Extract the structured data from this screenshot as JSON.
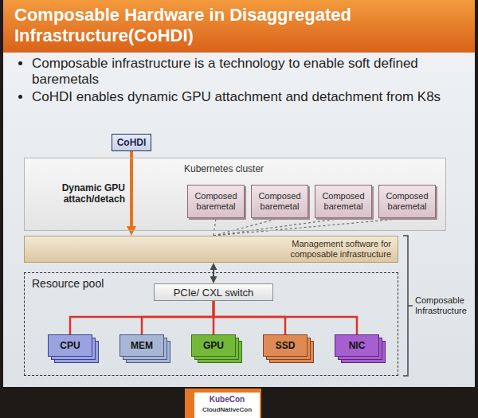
{
  "diagram": {
    "title": "Composable Hardware in Disaggregated Infrastructure(CoHDI)",
    "nodes": [
      {
        "text": [
          "CoHDI"
        ]
      },
      {
        "text": [
          "Kubernetes cluster"
        ]
      },
      {
        "text": [
          "Composed baremetal"
        ],
        "in": 1
      },
      {
        "text": [
          "Composed baremetal"
        ],
        "in": 1
      },
      {
        "text": [
          "Composed baremetal"
        ],
        "in": 1
      },
      {
        "text": [
          "Composed baremetal"
        ],
        "in": 1
      },
      {
        "text": [
          "Management software for composable infrastructure"
        ]
      },
      {
        "text": [
          "Resource pool"
        ]
      },
      {
        "text": [
          "PCIe/ CXL switch"
        ],
        "in": 7
      },
      {
        "text": [
          "CPU"
        ],
        "in": 7
      },
      {
        "text": [
          "MEM"
        ],
        "in": 7
      },
      {
        "text": [
          "GPU"
        ],
        "in": 7
      },
      {
        "text": [
          "SSD"
        ],
        "in": 7
      },
      {
        "text": [
          "NIC"
        ],
        "in": 7
      }
    ],
    "edges": [
      {
        "from": 0,
        "to": 6,
        "arrow": "to",
        "label": "Dynamic GPU attach/detach"
      },
      {
        "from": 6,
        "to": 2,
        "arrow": "none"
      },
      {
        "from": 6,
        "to": 3,
        "arrow": "none"
      },
      {
        "from": 6,
        "to": 4,
        "arrow": "none"
      },
      {
        "from": 6,
        "to": 5,
        "arrow": "none"
      },
      {
        "from": 6,
        "to": 8,
        "arrow": "both"
      },
      {
        "from": 8,
        "to": 9,
        "arrow": "none"
      },
      {
        "from": 8,
        "to": 10,
        "arrow": "none"
      },
      {
        "from": 8,
        "to": 11,
        "arrow": "none"
      },
      {
        "from": 8,
        "to": 12,
        "arrow": "none"
      },
      {
        "from": 8,
        "to": 13,
        "arrow": "none"
      }
    ],
    "labels": [
      "Composable infrastructure is a technology to enable soft defined baremetals",
      "CoHDI enables dynamic GPU attachment and detachment from K8s",
      "Composable Infrastructure",
      "KubeCon",
      "CloudNativeCon"
    ]
  }
}
